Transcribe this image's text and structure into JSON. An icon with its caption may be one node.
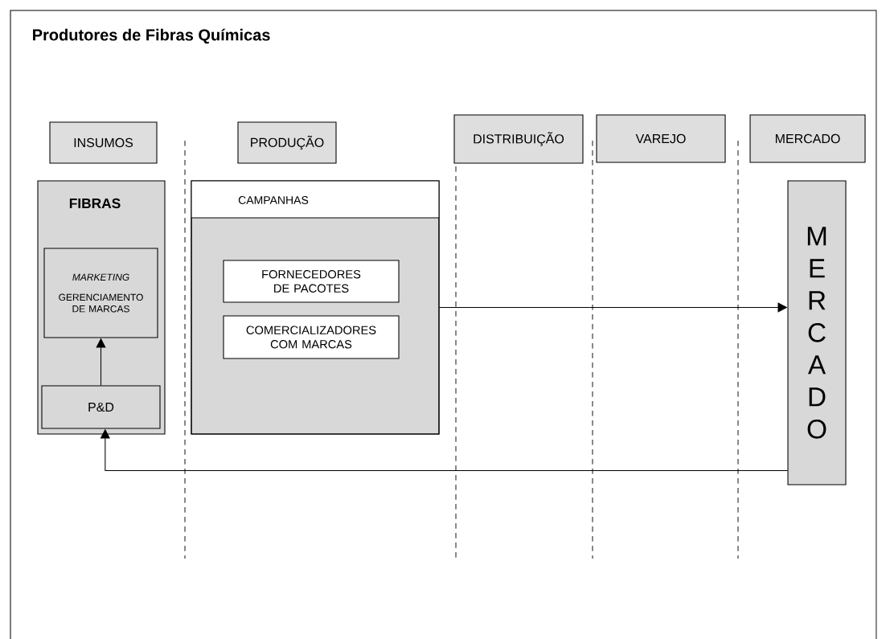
{
  "diagram": {
    "title": "Produtores de Fibras Químicas",
    "nodes": [
      {
        "text": [
          "INSUMOS"
        ]
      },
      {
        "text": [
          "PRODUÇÃO"
        ]
      },
      {
        "text": [
          "DISTRIBUIÇÃO"
        ]
      },
      {
        "text": [
          "VAREJO"
        ]
      },
      {
        "text": [
          "MERCADO"
        ]
      },
      {
        "text": [
          "FIBRAS"
        ]
      },
      {
        "text": [
          "MARKETING",
          "GERENCIAMENTO DE MARCAS"
        ],
        "in": 5
      },
      {
        "text": [
          "P&D"
        ],
        "in": 5
      },
      {
        "text": [
          "CAMPANHAS"
        ]
      },
      {
        "text": [
          "FORNECEDORES DE PACOTES"
        ],
        "in": 8
      },
      {
        "text": [
          "COMERCIALIZADORES COM MARCAS"
        ],
        "in": 8
      },
      {
        "text": [
          "MERCADO"
        ]
      }
    ],
    "edges": [
      {
        "from": 7,
        "to": 6,
        "arrow": "to"
      },
      {
        "from": 8,
        "to": 11,
        "arrow": "to"
      },
      {
        "from": 11,
        "to": 7,
        "arrow": "to"
      }
    ]
  }
}
